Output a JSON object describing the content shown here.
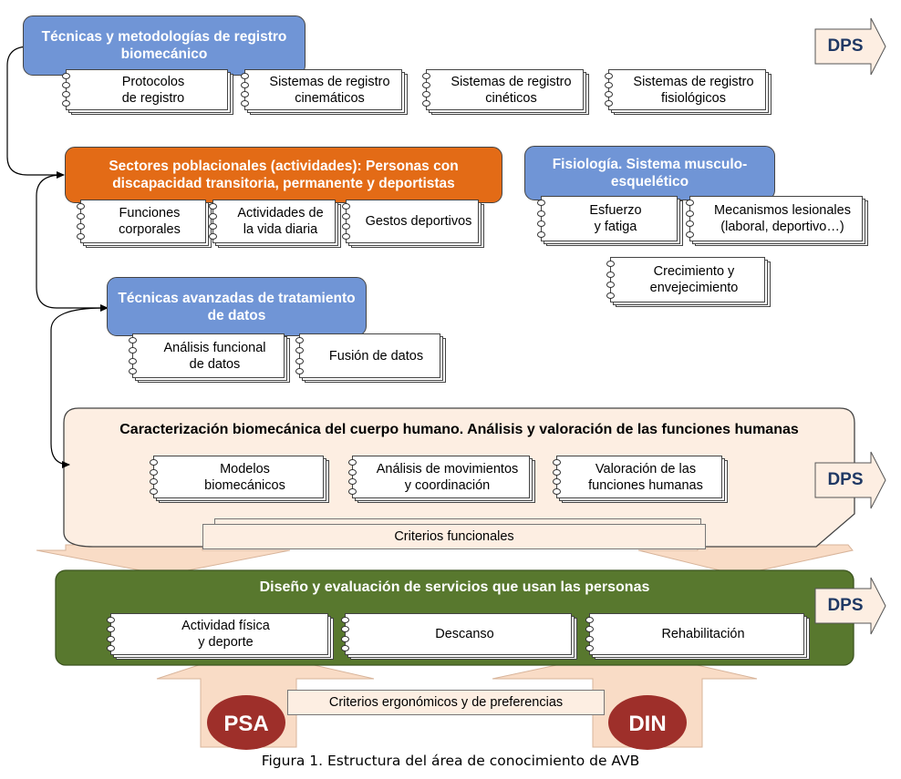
{
  "colors": {
    "blue": "#7095d6",
    "orange": "#e36b16",
    "peach": "#fdeee2",
    "green": "#58782e",
    "maroon": "#9e2f2a",
    "dps_text": "#1f3864"
  },
  "boxes": {
    "tecnicas_registro": "Técnicas y metodologías de registro biomecánico",
    "sectores": "Sectores poblacionales (actividades): Personas con discapacidad transitoria, permanente y deportistas",
    "fisiologia": "Fisiología. Sistema musculo-esquelético",
    "tecnicas_avanzadas": "Técnicas avanzadas de tratamiento de datos",
    "caracterizacion": "Caracterización biomecánica del cuerpo humano. Análisis y valoración de las funciones humanas",
    "diseno": "Diseño y evaluación de servicios que usan las personas"
  },
  "items": {
    "protocolos": "Protocolos\nde registro",
    "cinematicos": "Sistemas de registro\ncinemáticos",
    "cineticos": "Sistemas de registro\ncinéticos",
    "fisiologicos": "Sistemas de registro\nfisiológicos",
    "funciones": "Funciones\ncorporales",
    "actividades": "Actividades de\nla vida diaria",
    "gestos": "Gestos deportivos",
    "esfuerzo": "Esfuerzo\ny fatiga",
    "mecanismos": "Mecanismos lesionales\n(laboral, deportivo…)",
    "crecimiento": "Crecimiento y\nenvejecimiento",
    "analisis_funcional": "Análisis funcional\nde datos",
    "fusion": "Fusión de datos",
    "modelos": "Modelos\nbiomecánicos",
    "movimientos": "Análisis de movimientos\ny coordinación",
    "valoracion": "Valoración de las\nfunciones humanas",
    "actividad_fisica": "Actividad física\ny deporte",
    "descanso": "Descanso",
    "rehabilitacion": "Rehabilitación"
  },
  "criterios_funcionales": "Criterios funcionales",
  "criterios_ergonomicos": "Criterios ergonómicos y de preferencias",
  "dps": "DPS",
  "psa": "PSA",
  "din": "DIN",
  "caption": "Figura 1. Estructura del área de conocimiento de AVB"
}
